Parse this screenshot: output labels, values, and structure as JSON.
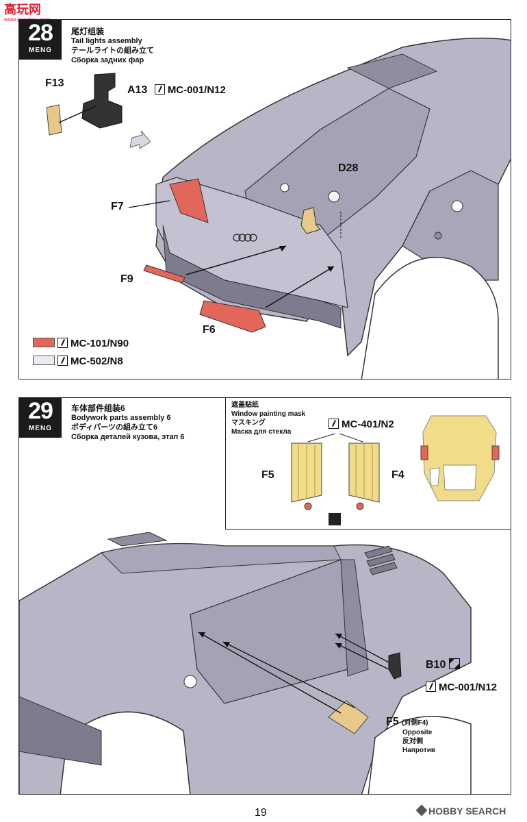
{
  "watermark": {
    "top": "高玩网",
    "sub": "www.gaoshou.com"
  },
  "step28": {
    "number": "28",
    "brand": "MENG",
    "title_cn": "尾灯组装",
    "title_en": "Tail lights assembly",
    "title_jp": "テールライトの組み立て",
    "title_ru": "Сборка задних фар",
    "parts": {
      "f13": "F13",
      "a13": "A13",
      "a13_code": "MC-001/N12",
      "d28": "D28",
      "f7": "F7",
      "f9": "F9",
      "f6": "F6"
    },
    "legend": [
      {
        "code": "MC-101/N90",
        "color": "#e2675a"
      },
      {
        "code": "MC-502/N8",
        "color": "#e8ecf0"
      }
    ]
  },
  "step29": {
    "number": "29",
    "brand": "MENG",
    "title_cn": "车体部件组装6",
    "title_en": "Bodywork parts assembly 6",
    "title_jp": "ボディパーツの組み立て6",
    "title_ru": "Сборка деталей кузова, этап 6",
    "mask": {
      "title_cn": "遮盖贴纸",
      "title_en": "Window painting mask",
      "title_jp": "マスキング",
      "title_ru": "Маска для стекла",
      "code": "MC-401/N2",
      "left": "F5",
      "right": "F4"
    },
    "parts": {
      "b10": "B10",
      "b10_code": "MC-001/N12",
      "f5": "F5",
      "f5_note": "(对侧F4)",
      "opposite_en": "Opposite",
      "opposite_jp": "反対側",
      "opposite_ru": "Напротив"
    }
  },
  "footer": {
    "page": "19",
    "source": "HOBBY SEARCH"
  },
  "colors": {
    "body": "#b8b6c6",
    "body_dark": "#8f8da0",
    "red": "#e2675a",
    "tan": "#e8c98a",
    "mask": "#f1dc8a"
  }
}
